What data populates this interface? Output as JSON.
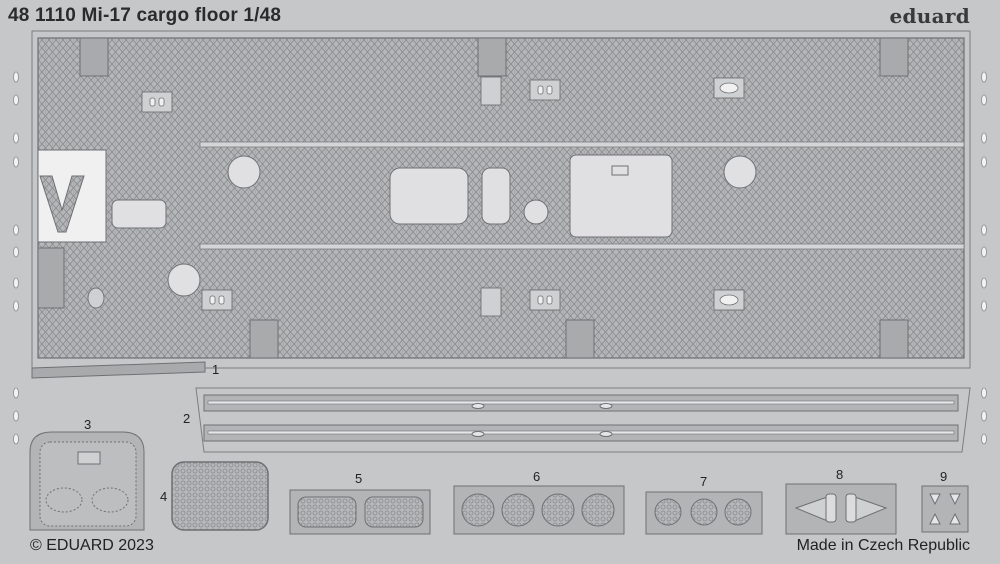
{
  "header": {
    "title": "48 1110 Mi-17 cargo floor 1/48",
    "brand": "eduard"
  },
  "footer": {
    "copyright": "© EDUARD 2023",
    "made_in": "Made in Czech Republic"
  },
  "parts": [
    {
      "id": "part-1",
      "label": "1"
    },
    {
      "id": "part-2",
      "label": "2"
    },
    {
      "id": "part-3",
      "label": "3"
    },
    {
      "id": "part-4",
      "label": "4"
    },
    {
      "id": "part-5",
      "label": "5"
    },
    {
      "id": "part-6",
      "label": "6"
    },
    {
      "id": "part-7",
      "label": "7"
    },
    {
      "id": "part-8",
      "label": "8"
    },
    {
      "id": "part-9",
      "label": "9"
    }
  ],
  "colors": {
    "background": "#c6c7c9",
    "metal": "#b3b4b6",
    "outline": "#6f7073",
    "plain": "#dcdcde"
  }
}
